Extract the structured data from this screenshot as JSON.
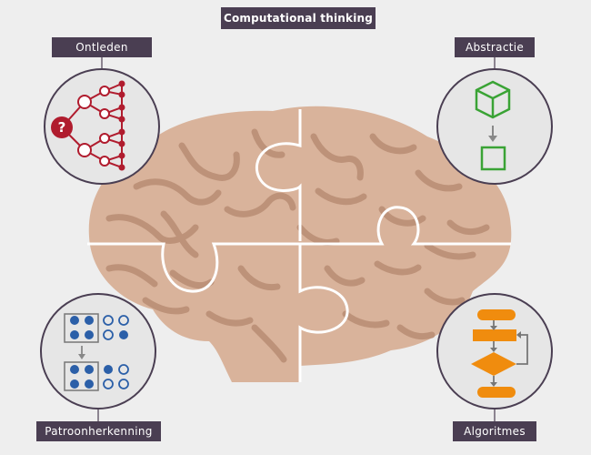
{
  "title": "Computational thinking",
  "labels": {
    "decomposition": "Ontleden",
    "abstraction": "Abstractie",
    "pattern_recognition": "Patroonherkenning",
    "algorithms": "Algoritmes"
  },
  "decomposition_icon_glyph": "?",
  "colors": {
    "background": "#eeeeee",
    "label_fill": "#4a3e52",
    "brain": "#d9b39b",
    "brain_fold": "#bd9279",
    "decomposition": "#b01c2e",
    "abstraction": "#3aa335",
    "pattern": "#2b5fa8",
    "algorithm": "#f08c0e"
  },
  "icons": [
    "tree-decomposition-icon",
    "cube-to-square-icon",
    "pattern-grid-icon",
    "flowchart-icon"
  ]
}
